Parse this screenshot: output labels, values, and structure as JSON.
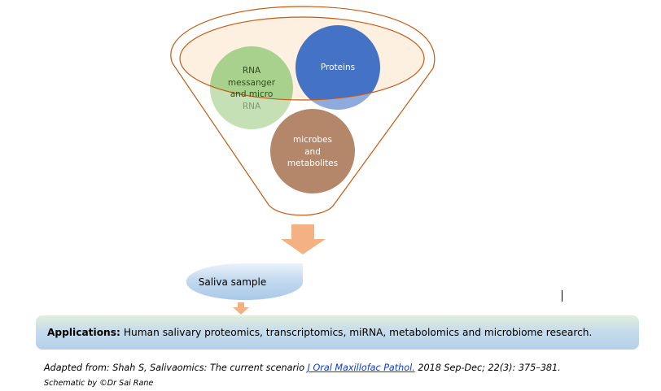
{
  "funnel": {
    "circles": [
      {
        "id": "rna",
        "lines": [
          "RNA",
          "messanger",
          "and micro",
          "RNA"
        ],
        "fill": "#a9d18e",
        "text_color": "#2e4a1e"
      },
      {
        "id": "proteins",
        "lines": [
          "Proteins"
        ],
        "fill": "#4472c4",
        "text_color": "#ffffff"
      },
      {
        "id": "microbes",
        "lines": [
          "microbes",
          "and",
          "metabolites"
        ],
        "fill": "#b4876b",
        "text_color": "#ffffff"
      }
    ],
    "outline_color": "#c55a11",
    "top_fill": "#fdf0e0"
  },
  "arrow_color": "#f4b183",
  "saliva_label": "Saliva sample",
  "applications": {
    "label": "Applications:",
    "text": "Human salivary proteomics, transcriptomics, miRNA, metabolomics and microbiome research."
  },
  "citation": {
    "prefix": "Adapted from: Shah S, Salivaomics: The current scenario ",
    "journal_link": "J Oral Maxillofac Pathol.",
    "suffix": " 2018 Sep-Dec; 22(3): 375–381.",
    "credit": "Schematic by ©Dr Sai Rane"
  }
}
